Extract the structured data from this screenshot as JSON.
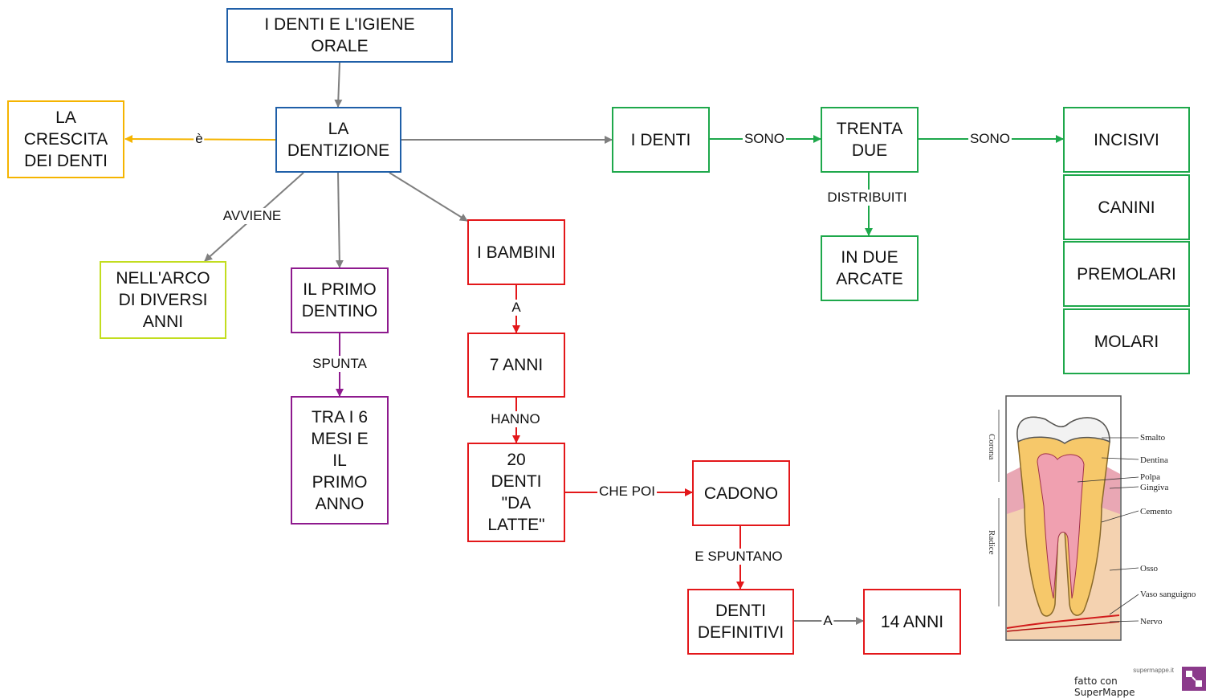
{
  "colors": {
    "blue": "#1f5fa8",
    "gold": "#f5b400",
    "green": "#1ea84b",
    "purple": "#8e1a8e",
    "red": "#e3171a",
    "lime": "#c2dd1f",
    "gray": "#7f7f7f"
  },
  "nodes": {
    "title": "I DENTI E L'IGIENE\nORALE",
    "dentizione": "LA\nDENTIZIONE",
    "crescita": "LA\nCRESCITA\nDEI DENTI",
    "arco": "NELL'ARCO\nDI DIVERSI\nANNI",
    "primo_dentino": "IL PRIMO\nDENTINO",
    "tra": "TRA I 6\nMESI E\nIL\nPRIMO\nANNO",
    "bambini": "I BAMBINI",
    "sette": "7 ANNI",
    "venti": "20\nDENTI\n\"DA\nLATTE\"",
    "cadono": "CADONO",
    "definitivi": "DENTI\nDEFINITIVI",
    "quattordici": "14 ANNI",
    "denti": "I DENTI",
    "trentadue": "TRENTA\nDUE",
    "arcate": "IN DUE\nARCATE",
    "incisivi": "INCISIVI",
    "canini": "CANINI",
    "premolari": "PREMOLARI",
    "molari": "MOLARI"
  },
  "edge_labels": {
    "e": "è",
    "avviene": "AVVIENE",
    "spunta": "SPUNTA",
    "a1": "A",
    "hanno": "HANNO",
    "che_poi": "CHE POI",
    "e_spuntano": "E SPUNTANO",
    "a2": "A",
    "sono1": "SONO",
    "sono2": "SONO",
    "distribuiti": "DISTRIBUITI"
  },
  "tooth": {
    "labels": [
      "Smalto",
      "Dentina",
      "Polpa",
      "Gingiva",
      "Cemento",
      "Osso",
      "Vaso sanguigno",
      "Nervo"
    ],
    "side_top": "Corona",
    "side_bottom": "Radice"
  },
  "watermark": {
    "site": "supermappe.it",
    "text": "fatto con SuperMappe"
  }
}
